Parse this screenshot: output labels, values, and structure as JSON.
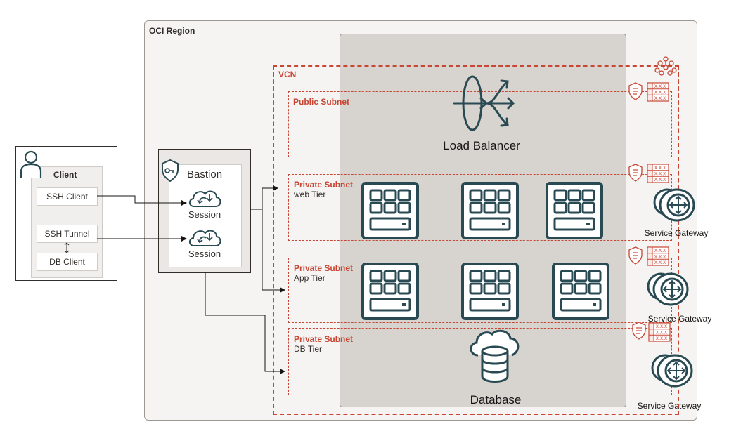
{
  "oci_region": {
    "label": "OCI Region"
  },
  "vcn": {
    "label": "VCN"
  },
  "client": {
    "title": "Client",
    "ssh_client": "SSH Client",
    "ssh_tunnel": "SSH Tunnel",
    "db_client": "DB Client"
  },
  "bastion": {
    "title": "Bastion",
    "session_1": "Session",
    "session_2": "Session"
  },
  "subnets": {
    "public": {
      "title": "Public Subnet",
      "tier": ""
    },
    "web": {
      "title": "Private Subnet",
      "tier": "web Tier"
    },
    "app": {
      "title": "Private Subnet",
      "tier": "App Tier"
    },
    "db": {
      "title": "Private Subnet",
      "tier": "DB Tier"
    }
  },
  "load_balancer": {
    "label": "Load Balancer"
  },
  "database": {
    "label": "Database"
  },
  "service_gateways": [
    {
      "label": "Service Gateway"
    },
    {
      "label": "Service Gateway"
    },
    {
      "label": "Service Gateway"
    }
  ],
  "security_list_rows": [
    "X.X.X",
    "X.X.X",
    "X.X.X"
  ],
  "icons": {
    "user": "user-icon",
    "bastion": "bastion-key-icon",
    "session": "cloud-session-icon",
    "load_balancer": "load-balancer-icon",
    "compute": "compute-instance-icon",
    "database": "database-icon",
    "service_gateway": "service-gateway-icon",
    "vcn": "vcn-network-icon",
    "security_list": "security-list-icon",
    "route_table": "route-table-icon"
  },
  "colors": {
    "oracle_red": "#c74634",
    "teal": "#2a4a53",
    "region_bg": "#f5f4f2",
    "overlay_bg": "#d7d3cf"
  }
}
